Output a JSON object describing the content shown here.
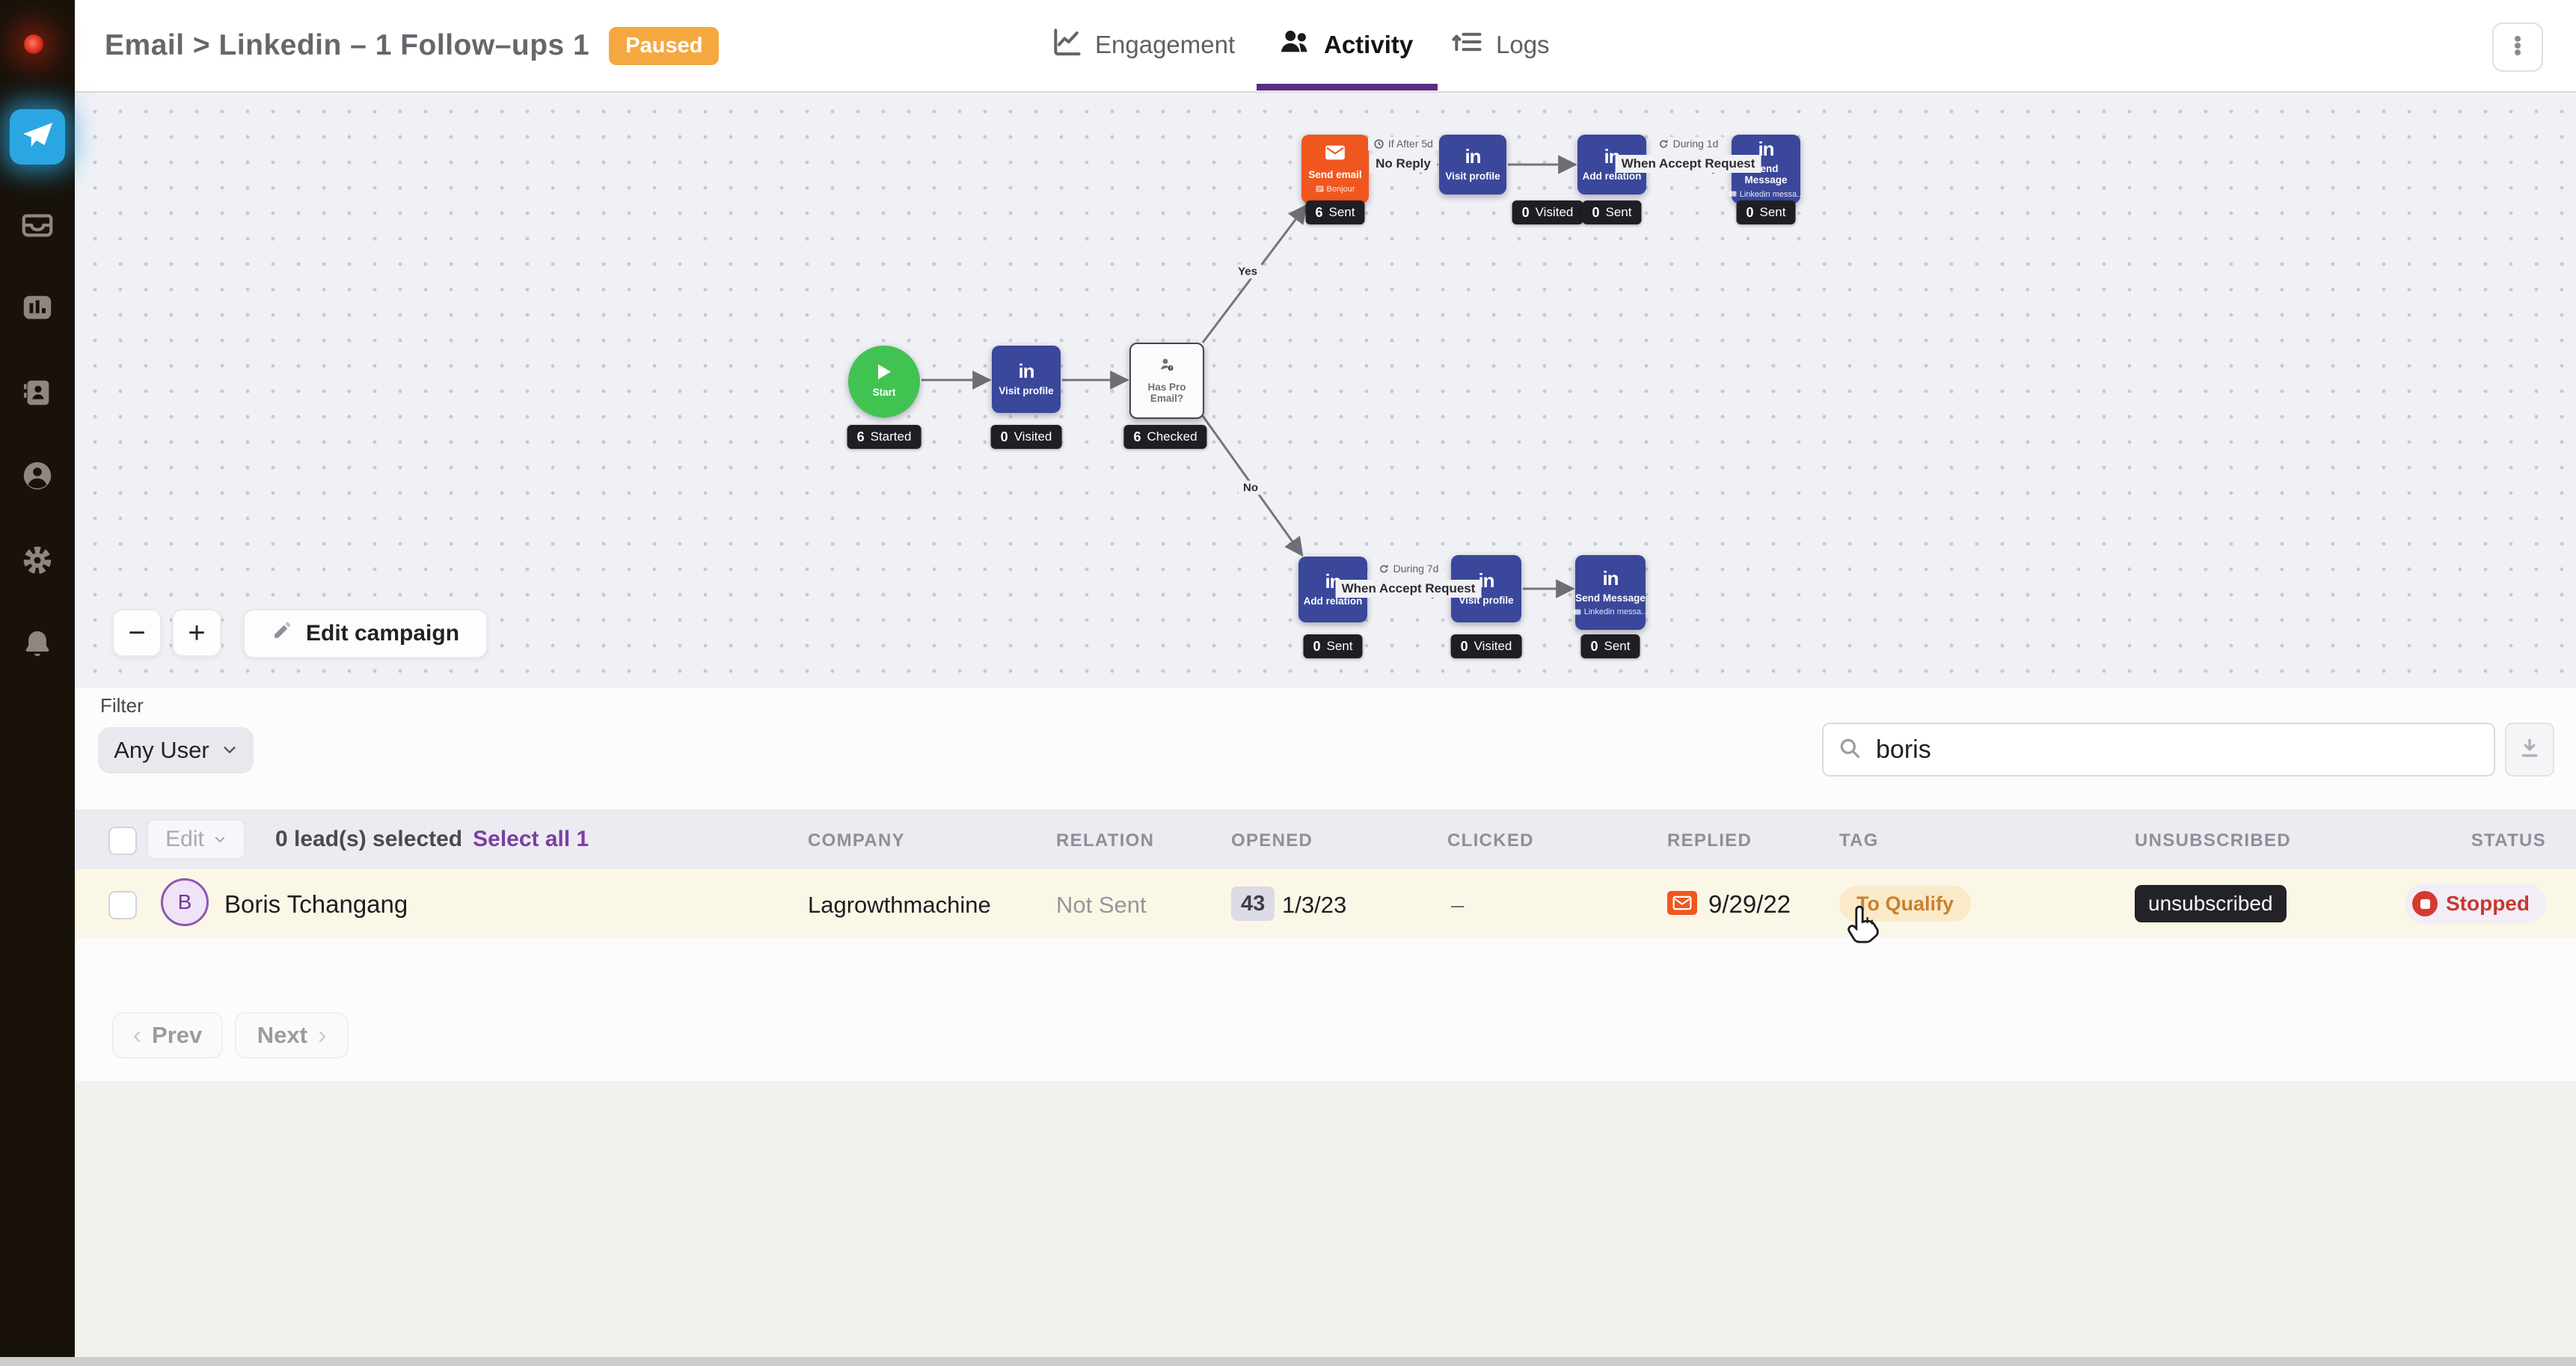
{
  "header": {
    "title": "Email > Linkedin – 1 Follow–ups 1",
    "status_badge": "Paused",
    "tabs": [
      {
        "label": "Engagement",
        "active": false
      },
      {
        "label": "Activity",
        "active": true
      },
      {
        "label": "Logs",
        "active": false
      }
    ]
  },
  "canvas": {
    "linkedin_logo": "in",
    "zoom_out_label": "−",
    "zoom_in_label": "+",
    "edit_campaign_label": "Edit campaign",
    "branch": {
      "yes": "Yes",
      "no": "No"
    },
    "nodes": [
      {
        "title": "Start",
        "badge_count": "6",
        "badge_label": "Started"
      },
      {
        "title": "Visit profile",
        "badge_count": "0",
        "badge_label": "Visited"
      },
      {
        "title": "Has Pro Email?",
        "badge_count": "6",
        "badge_label": "Checked"
      },
      {
        "title": "Send email",
        "subtitle": "Bonjour",
        "badge_count": "6",
        "badge_label": "Sent"
      },
      {
        "title": "Visit profile",
        "badge_count": "0",
        "badge_label": "Visited"
      },
      {
        "title": "Add relation",
        "badge_count": "0",
        "badge_label": "Sent"
      },
      {
        "title": "Send Message",
        "subtitle": "Linkedin messa...",
        "badge_count": "0",
        "badge_label": "Sent"
      },
      {
        "title": "Add relation",
        "badge_count": "0",
        "badge_label": "Sent"
      },
      {
        "title": "Visit profile",
        "badge_count": "0",
        "badge_label": "Visited"
      },
      {
        "title": "Send Message",
        "subtitle": "Linkedin messa...",
        "badge_count": "0",
        "badge_label": "Sent"
      }
    ],
    "edges": [
      {
        "condition": "If After 5d",
        "label": "No Reply"
      },
      {
        "condition": "During 1d",
        "label": "When Accept Request"
      },
      {
        "condition": "During 7d",
        "label": "When Accept Request"
      }
    ]
  },
  "filter": {
    "label": "Filter",
    "user_select_value": "Any User"
  },
  "search": {
    "value": "boris"
  },
  "table": {
    "edit_button_label": "Edit",
    "selected_summary": "0 lead(s) selected",
    "select_all_label": "Select all 1",
    "columns": [
      "COMPANY",
      "RELATION",
      "OPENED",
      "CLICKED",
      "REPLIED",
      "TAG",
      "UNSUBSCRIBED",
      "STATUS"
    ],
    "rows": [
      {
        "avatar_initial": "B",
        "name": "Boris Tchangang",
        "company": "Lagrowthmachine",
        "relation": "Not Sent",
        "opened_count": "43",
        "opened_date": "1/3/23",
        "clicked": "–",
        "replied_date": "9/29/22",
        "tag": "To Qualify",
        "unsubscribed": "unsubscribed",
        "status": "Stopped"
      }
    ]
  },
  "pagination": {
    "prev_label": "Prev",
    "next_label": "Next",
    "chevron_left": "‹",
    "chevron_right": "›"
  },
  "colors": {
    "accent_purple": "#5A2B83",
    "paused_orange": "#F5A83F",
    "node_blue": "#3A479B",
    "node_orange": "#F0571F",
    "node_green": "#41C352",
    "sidebar_active_blue": "#2AA7E2",
    "stopped_red": "#C53A31",
    "row_highlight": "#FBF7E7"
  }
}
